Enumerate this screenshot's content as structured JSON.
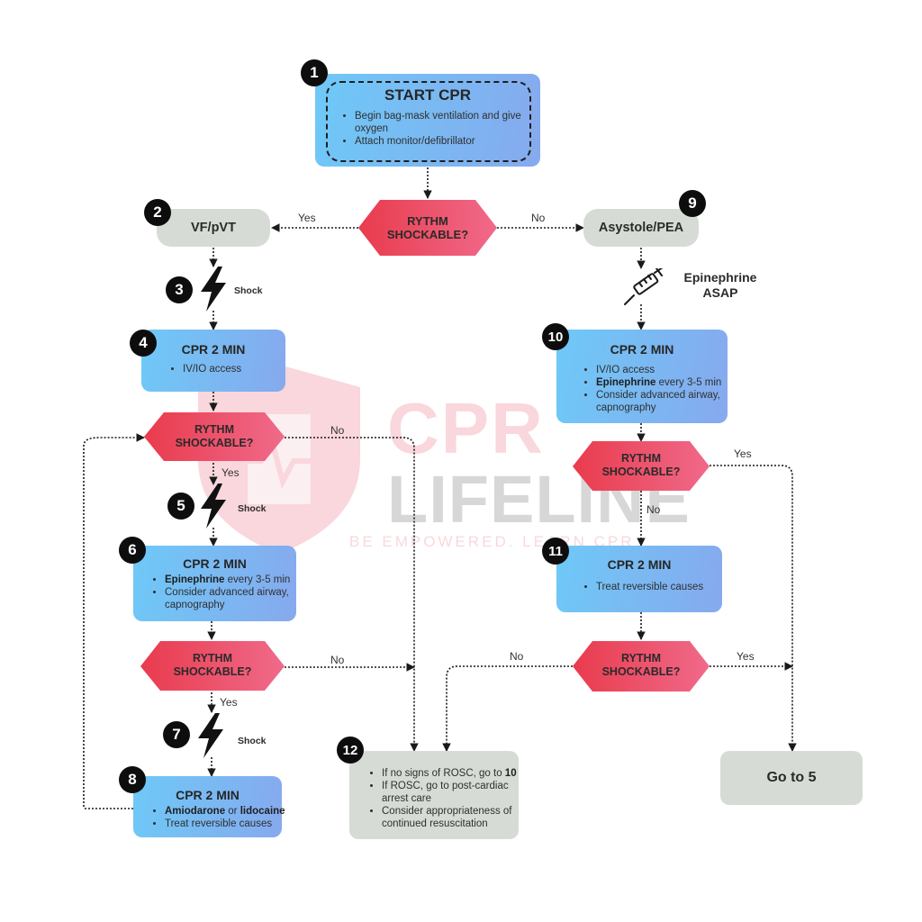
{
  "nodes": {
    "start": {
      "title": "START CPR",
      "items": [
        "Begin bag-mask ventilation and give oxygen",
        "Attach monitor/defibrillator"
      ]
    },
    "vf": {
      "label": "VF/pVT"
    },
    "asystole": {
      "label": "Asystole/PEA"
    },
    "cpr4": {
      "title": "CPR 2 MIN",
      "items": [
        "IV/IO access"
      ]
    },
    "cpr6": {
      "title": "CPR 2 MIN",
      "item1_bold": "Epinephrine",
      "item1_rest": " every 3-5 min",
      "item2": "Consider advanced airway, capnography"
    },
    "cpr8": {
      "title": "CPR 2 MIN",
      "item1_bold_a": "Amiodarone",
      "item1_mid": " or ",
      "item1_bold_b": "lidocaine",
      "item2": "Treat reversible causes"
    },
    "cpr10": {
      "title": "CPR 2 MIN",
      "item1": "IV/IO access",
      "item2_bold": "Epinephrine",
      "item2_rest": " every 3-5 min",
      "item3": "Consider advanced airway, capnography"
    },
    "cpr11": {
      "title": "CPR 2 MIN",
      "items": [
        "Treat reversible causes"
      ]
    },
    "box12": {
      "item1_text": "If no signs of ROSC, go to ",
      "item1_bold": "10",
      "item2": "If ROSC, go to post-cardiac arrest care",
      "item3": "Consider appropriateness of continued resuscitation"
    },
    "goto": {
      "label": "Go to 5"
    }
  },
  "decision": {
    "line1": "RYTHM",
    "line2": "SHOCKABLE?"
  },
  "badges": [
    "1",
    "2",
    "3",
    "4",
    "5",
    "6",
    "7",
    "8",
    "9",
    "10",
    "11",
    "12"
  ],
  "labels": {
    "yes": "Yes",
    "no": "No",
    "shock": "Shock",
    "epinephrine_line1": "Epinephrine",
    "epinephrine_line2": "ASAP"
  },
  "icons": [
    "lightning-bolt-icon",
    "syringe-icon",
    "shield-heart-icon"
  ],
  "watermark": {
    "line1": "CPR",
    "line2": "LIFELINE",
    "tagline": "BE EMPOWERED. LEARN CPR"
  },
  "colors": {
    "box_gradient_start": "#6ec9f7",
    "box_gradient_end": "#86a9ee",
    "decision_start": "#e93b4d",
    "decision_end": "#f06a8a",
    "grey_node": "#d6dcd5",
    "badge": "#0d0d0d"
  }
}
